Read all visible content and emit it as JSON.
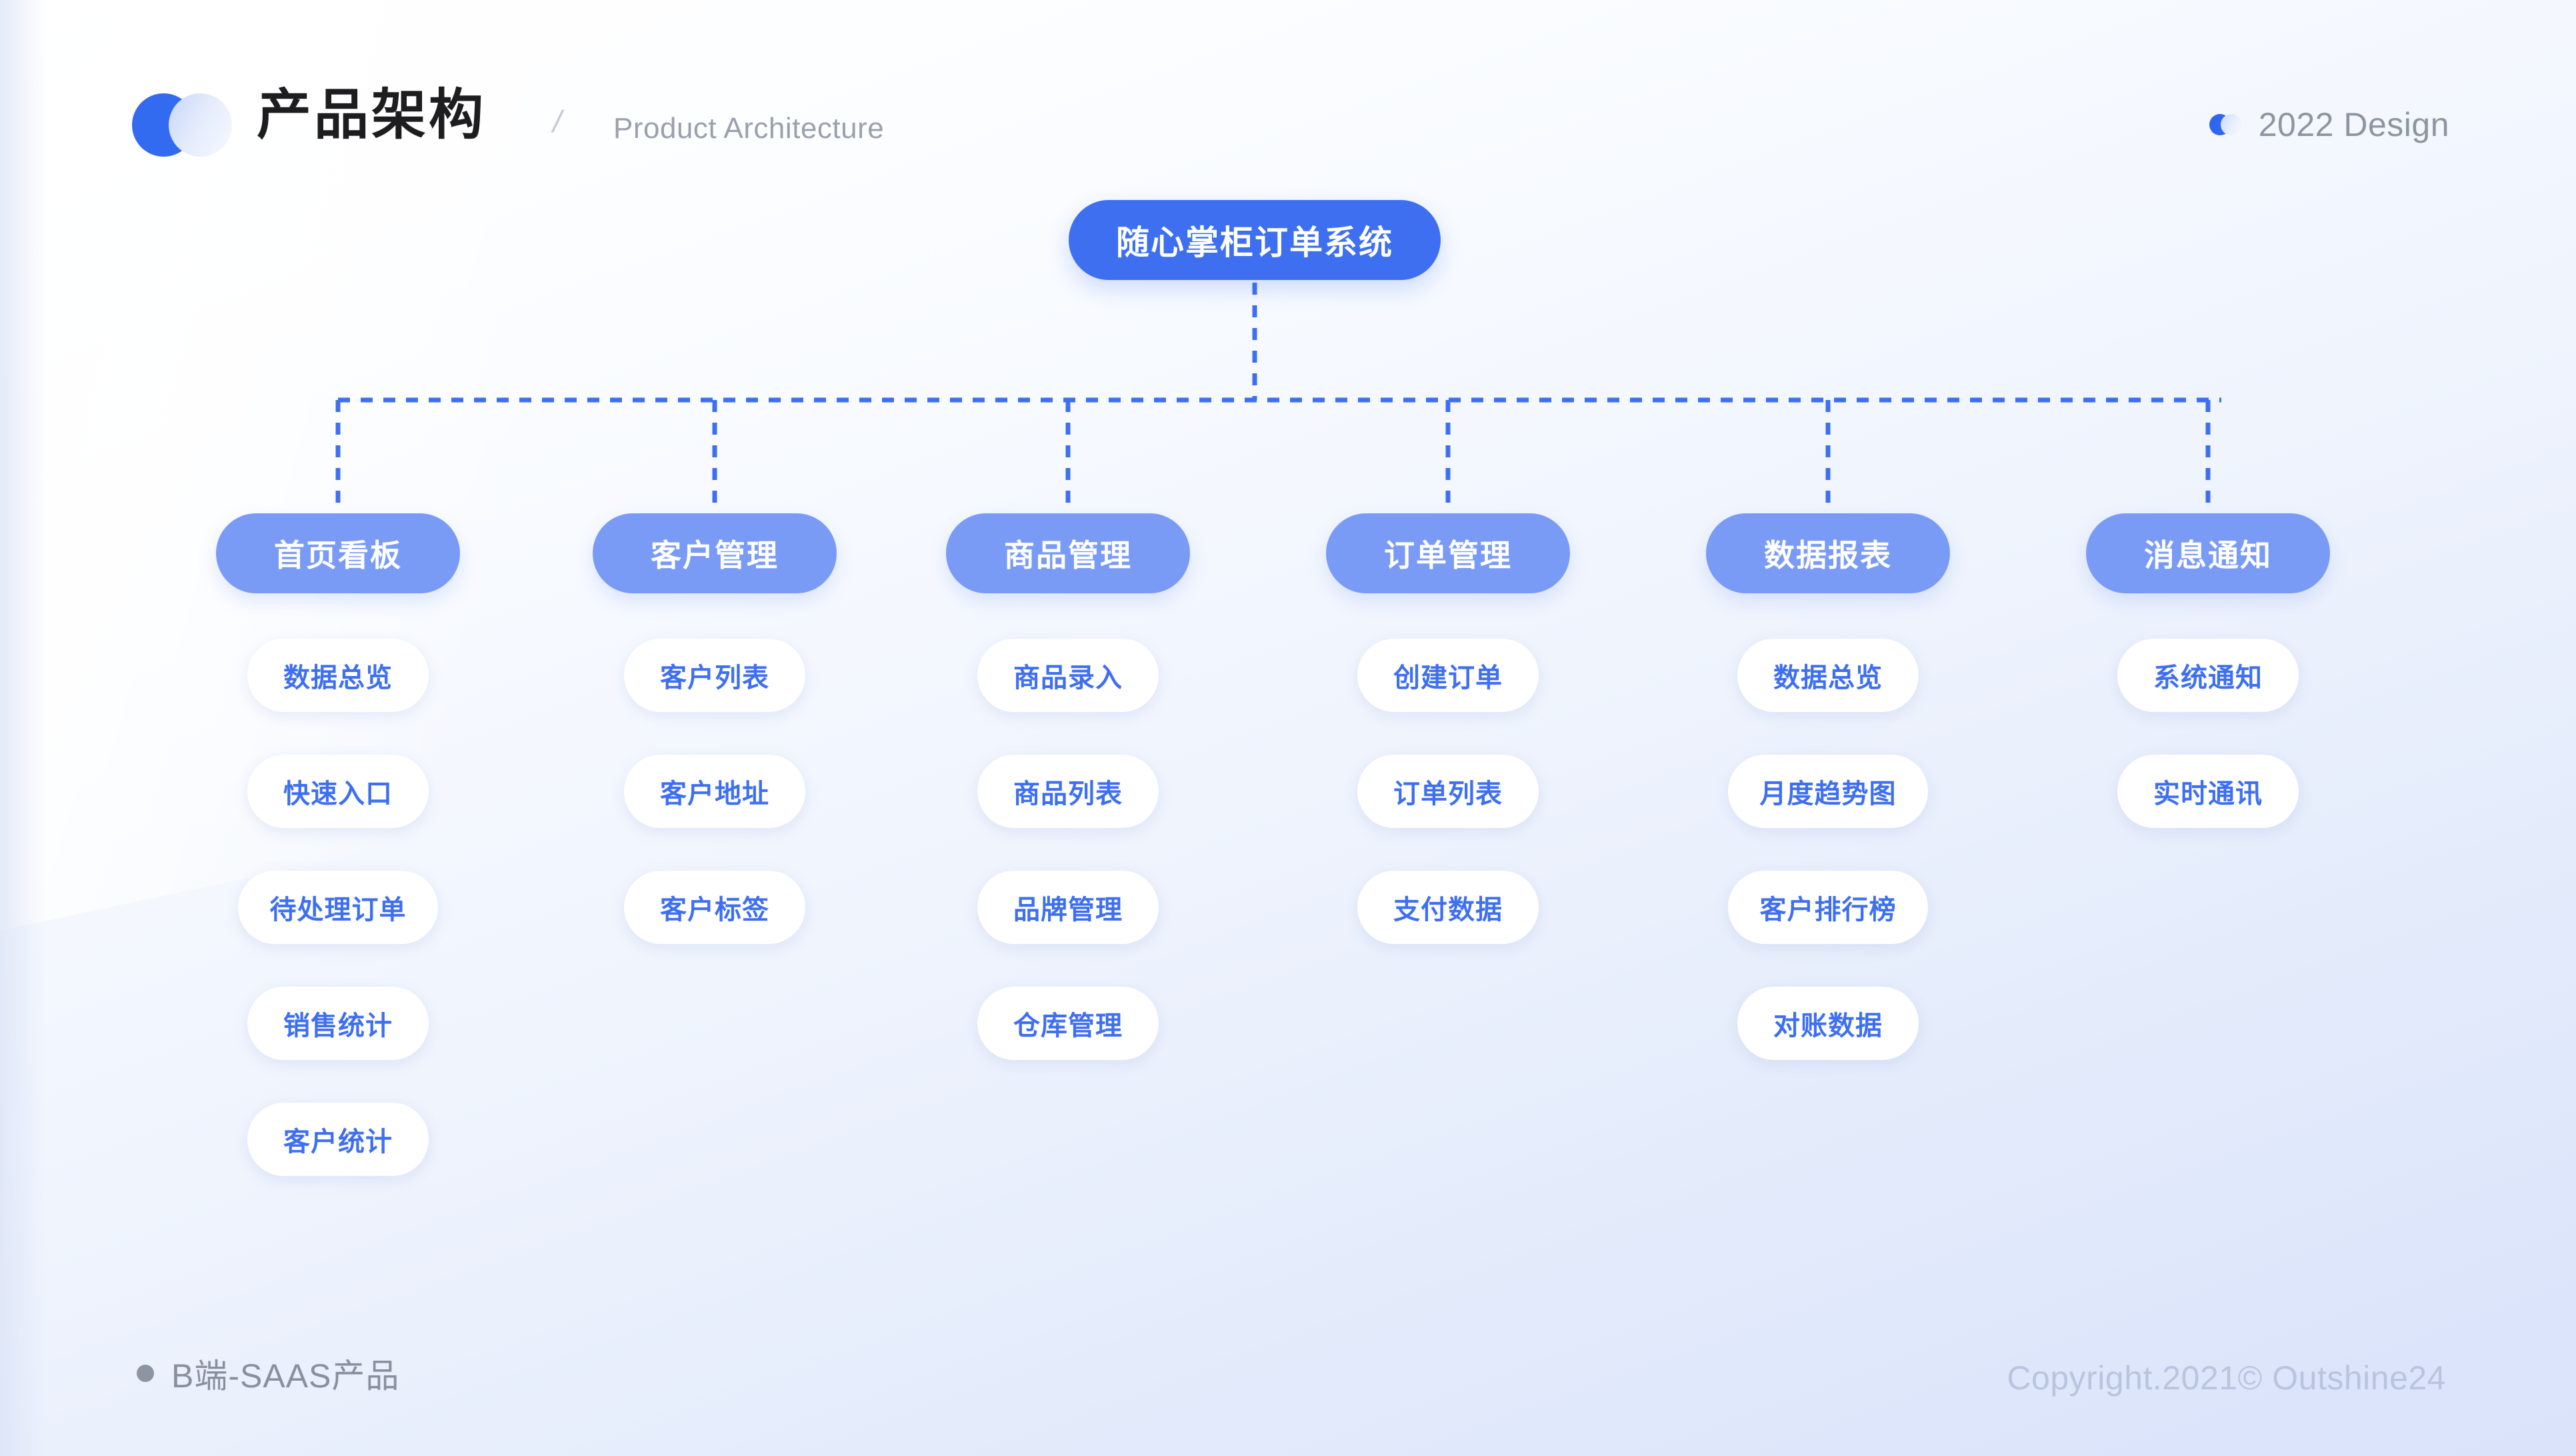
{
  "header": {
    "logo_icon": "overlapping-circles-logo",
    "title": "产品架构",
    "separator": "/",
    "subtitle": "Product Architecture",
    "badge": {
      "icon": "overlapping-circles-dot",
      "text": "2022 Design"
    }
  },
  "colors": {
    "root_node_bg": "#3D6FF0",
    "category_node_bg": "#7A9BF5",
    "leaf_node_bg": "#FFFFFF",
    "leaf_node_text": "#3D6FF0",
    "connector_line": "#3D6FF0",
    "page_bg_top": "#FFFFFF",
    "page_bg_bottom": "#DCE4FB",
    "title_text": "#1D1D1F",
    "subtitle_text": "#9AA1AD",
    "footer_left_text": "#8890A0",
    "footer_right_text": "#B9C4DF"
  },
  "chart_data": {
    "type": "tree-diagram",
    "title": "随心掌柜订单系统",
    "root": "随心掌柜订单系统",
    "connector_style": "dashed-orthogonal",
    "branches": [
      {
        "label": "首页看板",
        "children": [
          "数据总览",
          "快速入口",
          "待处理订单",
          "销售统计",
          "客户统计"
        ]
      },
      {
        "label": "客户管理",
        "children": [
          "客户列表",
          "客户地址",
          "客户标签"
        ]
      },
      {
        "label": "商品管理",
        "children": [
          "商品录入",
          "商品列表",
          "品牌管理",
          "仓库管理"
        ]
      },
      {
        "label": "订单管理",
        "children": [
          "创建订单",
          "订单列表",
          "支付数据"
        ]
      },
      {
        "label": "数据报表",
        "children": [
          "数据总览",
          "月度趋势图",
          "客户排行榜",
          "对账数据"
        ]
      },
      {
        "label": "消息通知",
        "children": [
          "系统通知",
          "实时通讯"
        ]
      }
    ]
  },
  "diagram": {
    "root": {
      "label": "随心掌柜订单系统"
    },
    "columns": [
      {
        "category": "首页看板",
        "leaves": [
          {
            "label": "数据总览"
          },
          {
            "label": "快速入口"
          },
          {
            "label": "待处理订单",
            "wide": true
          },
          {
            "label": "销售统计"
          },
          {
            "label": "客户统计"
          }
        ]
      },
      {
        "category": "客户管理",
        "leaves": [
          {
            "label": "客户列表"
          },
          {
            "label": "客户地址"
          },
          {
            "label": "客户标签"
          }
        ]
      },
      {
        "category": "商品管理",
        "leaves": [
          {
            "label": "商品录入"
          },
          {
            "label": "商品列表"
          },
          {
            "label": "品牌管理"
          },
          {
            "label": "仓库管理"
          }
        ]
      },
      {
        "category": "订单管理",
        "leaves": [
          {
            "label": "创建订单"
          },
          {
            "label": "订单列表"
          },
          {
            "label": "支付数据"
          }
        ]
      },
      {
        "category": "数据报表",
        "leaves": [
          {
            "label": "数据总览"
          },
          {
            "label": "月度趋势图",
            "wide": true
          },
          {
            "label": "客户排行榜",
            "wide": true
          },
          {
            "label": "对账数据"
          }
        ]
      },
      {
        "category": "消息通知",
        "leaves": [
          {
            "label": "系统通知"
          },
          {
            "label": "实时通讯"
          }
        ]
      }
    ]
  },
  "footer": {
    "left_dot_icon": "bullet-dot",
    "left_text": "B端-SAAS产品",
    "right_text": "Copyright.2021© Outshine24"
  }
}
